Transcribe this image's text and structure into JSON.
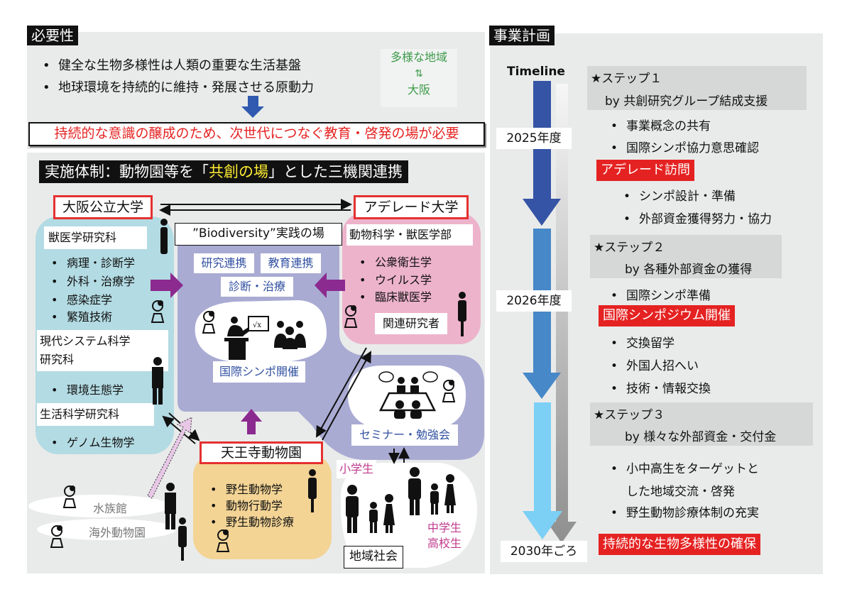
{
  "necessity": {
    "title": "必要性",
    "bullets": [
      "健全な生物多様性は人類の重要な生活基盤",
      "地球環境を持続的に維持・発展させる原動力"
    ],
    "region_note": {
      "top": "多様な地域",
      "arrows": "⇅",
      "bottom": "大阪"
    },
    "conclusion": "持続的な意識の醸成のため、次世代につなぐ教育・啓発の場が必要"
  },
  "implementation": {
    "title_prefix": "実施体制：動物園等を「",
    "title_highlight": "共創の場",
    "title_suffix": "」とした三機関連携",
    "osaka_univ": {
      "name": "大阪公立大学",
      "departments": [
        {
          "name": "獣医学研究科",
          "items": [
            "病理・診断学",
            "外科・治療学",
            "感染症学",
            "繁殖技術"
          ]
        },
        {
          "name": "現代システム科学研究科",
          "name_line1": "現代システム科学",
          "name_line2": "研究科",
          "items": [
            "環境生態学"
          ]
        },
        {
          "name": "生活科学研究科",
          "items": [
            "ゲノム生物学"
          ]
        }
      ]
    },
    "adelaide_univ": {
      "name": "アデレード大学",
      "department": "動物科学・獣医学部",
      "items": [
        "公衆衛生学",
        "ウイルス学",
        "臨床獣医学"
      ],
      "researchers": "関連研究者"
    },
    "biodiversity_hub": {
      "title": "”Biodiversity”実践の場",
      "tags": [
        "研究連携",
        "教育連携",
        "診断・治療"
      ],
      "symposium": "国際シンポ開催"
    },
    "zoo": {
      "name": "天王寺動物園",
      "items": [
        "野生動物学",
        "動物行動学",
        "野生動物診療"
      ]
    },
    "others": [
      "水族館",
      "海外動物園"
    ],
    "seminar": "セミナー・勉強会",
    "community": {
      "label": "地域社会",
      "elementary": "小学生",
      "middle_line1": "中学生",
      "middle_line2": "高校生"
    }
  },
  "plan": {
    "title": "事業計画",
    "timeline_label": "Timeline",
    "years": [
      "2025年度",
      "2026年度",
      "2030年ごろ"
    ],
    "steps": [
      {
        "title": "★ステップ１",
        "by": "by 共創研究グループ結成支援",
        "items": [
          "事業概念の共有",
          "国際シンポ協力意思確認"
        ],
        "milestone": "アデレード訪問",
        "sub_items": [
          "シンポ設計・準備",
          "外部資金獲得努力・協力"
        ]
      },
      {
        "title": "★ステップ２",
        "by": "by 各種外部資金の獲得",
        "items": [
          "国際シンポ準備"
        ],
        "milestone": "国際シンポジウム開催",
        "sub_items": [
          "交換留学",
          "外国人招へい",
          "技術・情報交換"
        ]
      },
      {
        "title": "★ステップ３",
        "by": "by 様々な外部資金・交付金",
        "items_line1": "小中高生をターゲットと",
        "items_line2": "した地域交流・啓発",
        "items": [
          "野生動物診療体制の充実"
        ],
        "milestone": "持続的な生物多様性の確保"
      }
    ]
  },
  "colors": {
    "panel_bg": "#e9ebea",
    "osaka_blob": "#b3dbe3",
    "adelaide_blob": "#edb3cb",
    "hub_blob": "#a9abd3",
    "zoo_blob": "#f3d495",
    "accent_red": "#e52222",
    "purple_arrow": "#8b2a8f",
    "timeline_dark": "#3554a5",
    "timeline_mid": "#4688c8",
    "timeline_light": "#7ccff5"
  }
}
